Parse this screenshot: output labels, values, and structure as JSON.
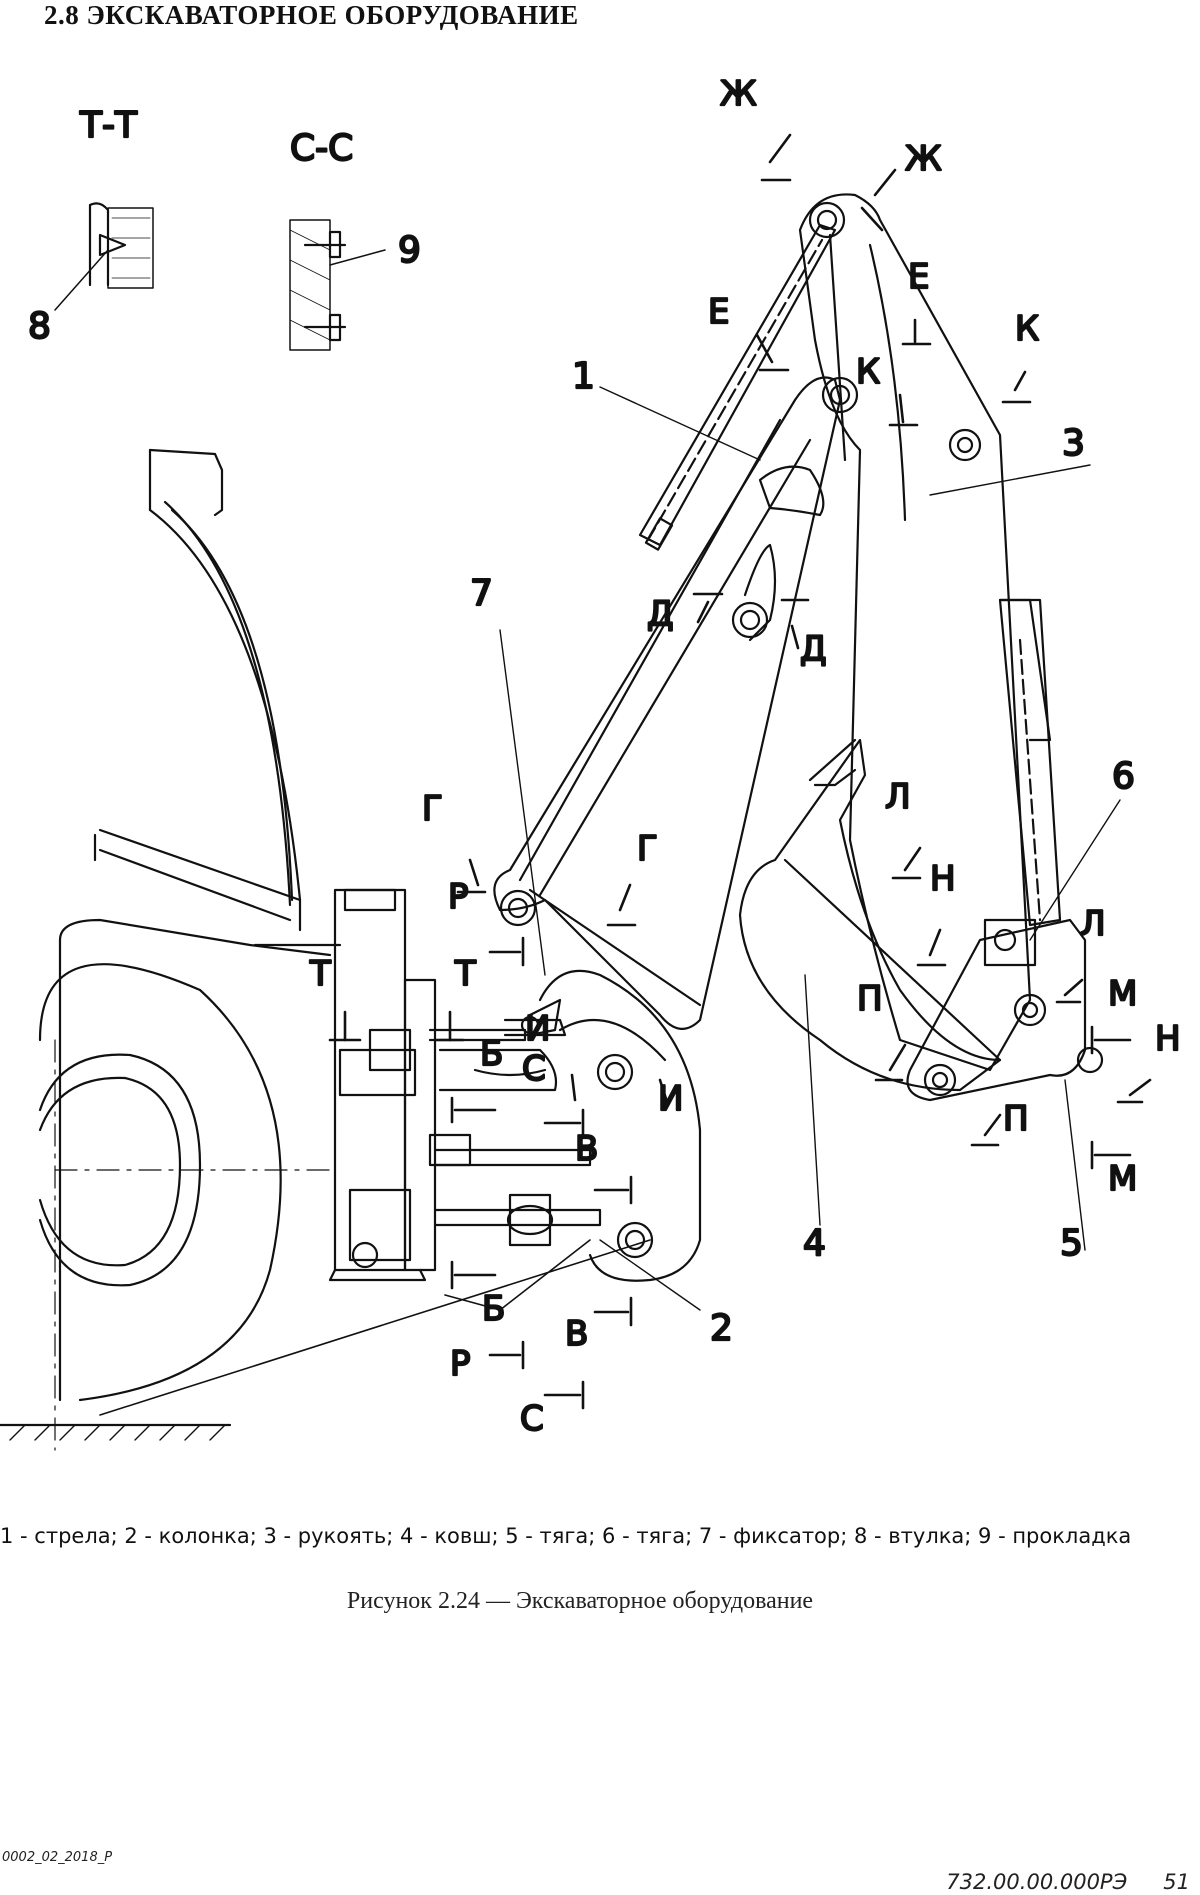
{
  "header": {
    "title": "2.8 ЭКСКАВАТОРНОЕ ОБОРУДОВАНИЕ"
  },
  "figure": {
    "section_views": {
      "tt": "Т-Т",
      "cc": "С-С"
    },
    "part_numbers": [
      "1",
      "2",
      "3",
      "4",
      "5",
      "6",
      "7",
      "8",
      "9"
    ],
    "section_marks": [
      "Ж",
      "Е",
      "К",
      "Д",
      "Г",
      "Р",
      "Т",
      "И",
      "С",
      "Б",
      "В",
      "Л",
      "Н",
      "П",
      "М"
    ],
    "legend": "1 - стрела; 2 - колонка; 3 - рукоять; 4 - ковш; 5 - тяга; 6 - тяга; 7 - фиксатор; 8 - втулка; 9 - прокладка",
    "caption": "Рисунок 2.24 — Экскаваторное оборудование"
  },
  "footer": {
    "doc_code": "0002_02_2018_P",
    "doc_number": "732.00.00.000РЭ",
    "page": "51"
  }
}
